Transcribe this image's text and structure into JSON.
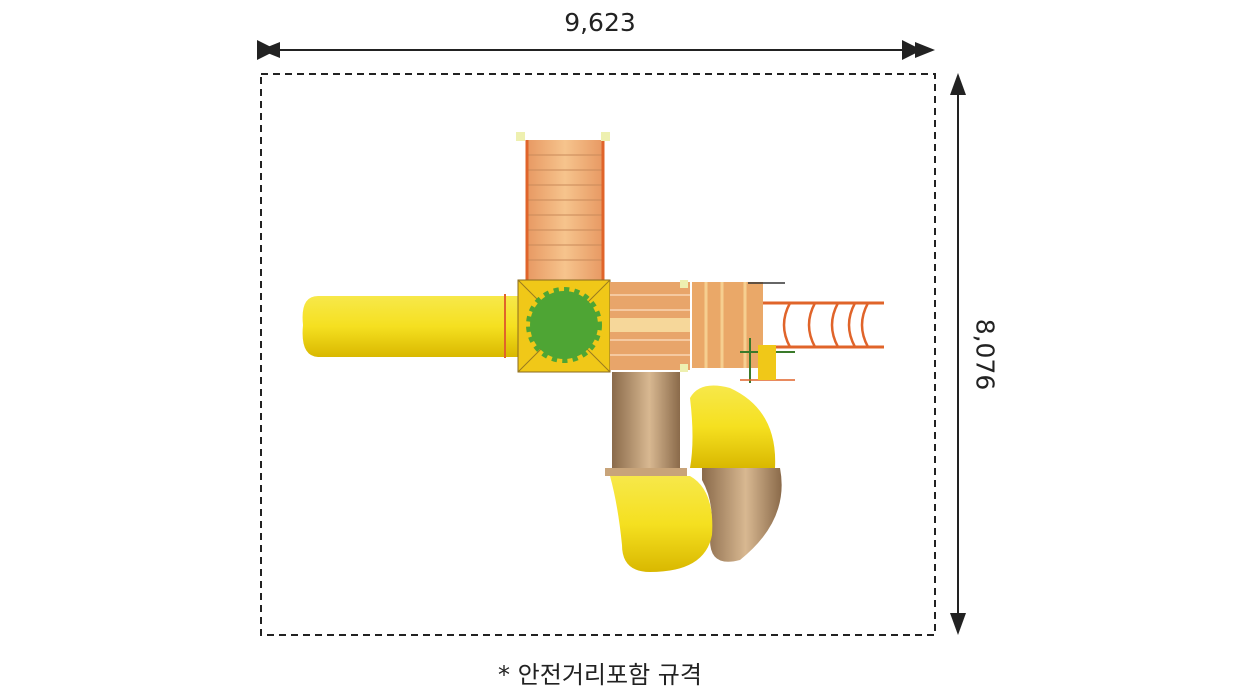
{
  "dimensions": {
    "width": "9,623",
    "depth": "8,076"
  },
  "footnote": "* 안전거리포함 규격",
  "colors": {
    "yellow": "#f2d91c",
    "wood": "#e8a56a",
    "orange": "#e0642a",
    "green": "#4ea534",
    "brown": "#a98563"
  }
}
